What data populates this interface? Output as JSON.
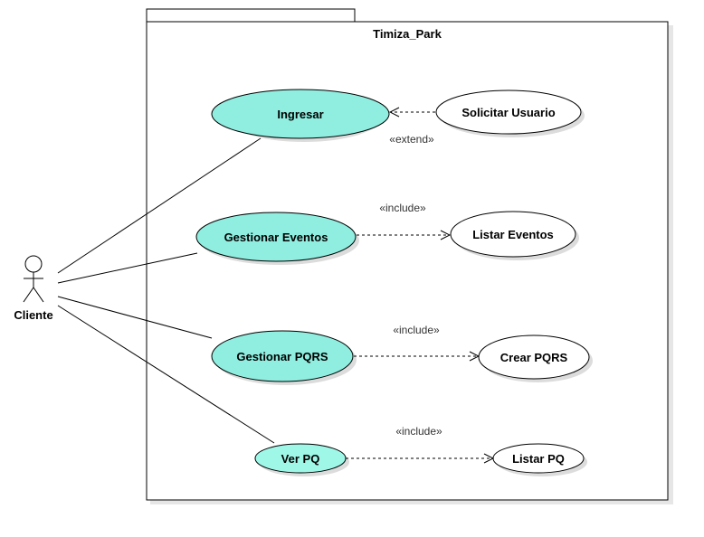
{
  "system": {
    "name": "Timiza_Park"
  },
  "actor": {
    "name": "Cliente"
  },
  "use_cases": {
    "ingresar": "Ingresar",
    "solicitar_usuario": "Solicitar Usuario",
    "gestionar_eventos": "Gestionar Eventos",
    "listar_eventos": "Listar Eventos",
    "gestionar_pqrs": "Gestionar PQRS",
    "crear_pqrs": "Crear PQRS",
    "ver_pq": "Ver PQ",
    "listar_pq": "Listar PQ"
  },
  "relations": {
    "extend_1": "«extend»",
    "include_1": "«include»",
    "include_2": "«include»",
    "include_3": "«include»"
  },
  "colors": {
    "primary_fill": "#8feee0",
    "primary_fill_alt": "#9ff7e8",
    "secondary_fill": "#ffffff",
    "stroke": "#000000",
    "shadow": "#dcdcdc"
  }
}
